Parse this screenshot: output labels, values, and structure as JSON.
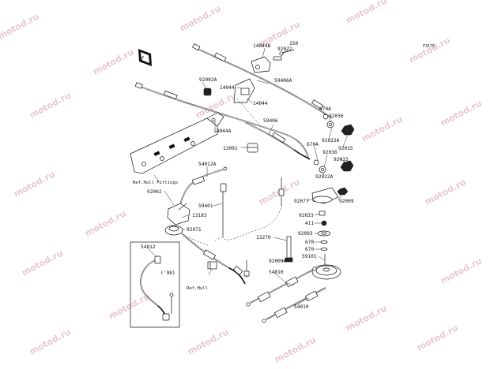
{
  "figure_code": "F3175",
  "watermark": "motod.ru",
  "labels": {
    "l14044B": "14044B",
    "l150": "150",
    "l92022": "92022",
    "l92002A": "92002A",
    "l14044a": "14044",
    "l14044b": "14044",
    "l59406A": "59406A",
    "l670A_top": "670A",
    "l92036_top": "92036",
    "l92022A_top": "92022A",
    "l92015_top": "92015",
    "l14044A": "14044A",
    "l59406": "59406",
    "l13091": "13091",
    "l670A_mid": "670A",
    "l92036_mid": "92036",
    "l92015_mid": "92015",
    "l92022A_mid": "92022A",
    "refHullFittings": "Ref.Hull Fittings",
    "l54012A": "54012A",
    "l92002": "92002",
    "l59401": "59401",
    "l92077": "92077",
    "l92009": "92009",
    "l13183": "13183",
    "l92033": "92033",
    "l411": "411",
    "l92071": "92071",
    "l92093": "92093",
    "l13270": "13270",
    "l670_a": "670",
    "l670_b": "670",
    "l54012": "54012",
    "l59101": "59101",
    "l92009A": "92009A",
    "l98": "('98)",
    "l54010_a": "54010",
    "refHull": "Ref.Hull",
    "l54010_b": "54010"
  },
  "icons": {
    "front_indicator": "boat-front-arrow-icon"
  }
}
